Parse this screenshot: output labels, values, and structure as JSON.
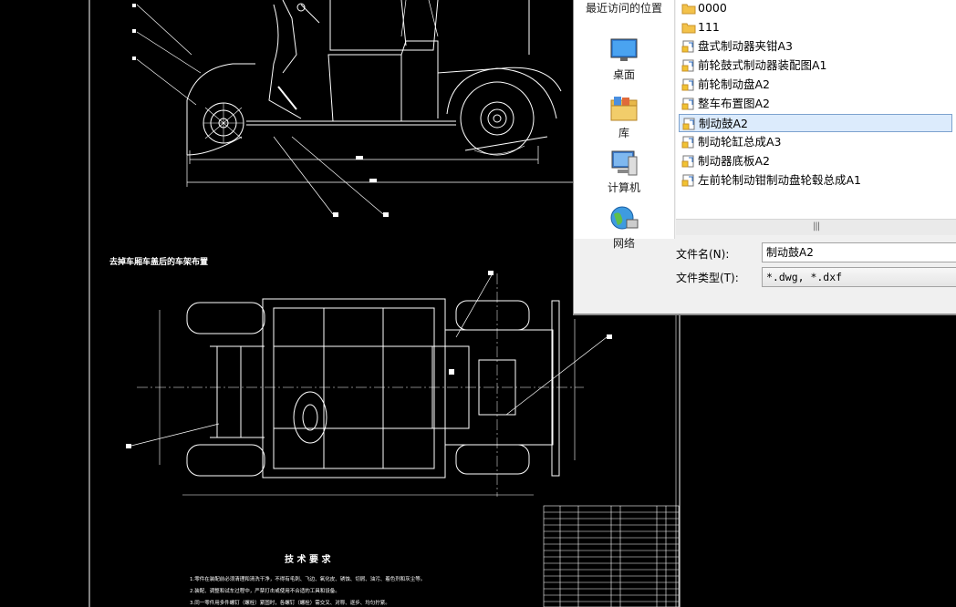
{
  "drawing": {
    "section_title": "去掉车厢车盖后的车架布置",
    "tech_title": "技 术 要 求",
    "tech_lines": [
      "1.零件在装配前必须清理和清洗干净，不得有毛刺、飞边、氧化皮、锈蚀、切屑、油污、着色剂和灰尘等。",
      "2.装配、调整和试车过程中，严禁打击或使用不合适的工具和设备。",
      "3.同一零件用多件螺钉（螺栓）紧固时，各螺钉（螺栓）需交叉、对称、逐步、均匀拧紧。"
    ]
  },
  "dialog": {
    "places": [
      {
        "label": "最近访问的位置",
        "icon": "recent-places-icon"
      },
      {
        "label": "桌面",
        "icon": "desktop-icon"
      },
      {
        "label": "库",
        "icon": "library-icon"
      },
      {
        "label": "计算机",
        "icon": "computer-icon"
      },
      {
        "label": "网络",
        "icon": "network-icon"
      }
    ],
    "files": [
      {
        "name": "0000",
        "type": "folder"
      },
      {
        "name": "111",
        "type": "folder"
      },
      {
        "name": "盘式制动器夹钳A3",
        "type": "dwg"
      },
      {
        "name": "前轮鼓式制动器装配图A1",
        "type": "dwg"
      },
      {
        "name": "前轮制动盘A2",
        "type": "dwg"
      },
      {
        "name": "整车布置图A2",
        "type": "dwg"
      },
      {
        "name": "制动鼓A2",
        "type": "dwg",
        "selected": true
      },
      {
        "name": "制动轮缸总成A3",
        "type": "dwg"
      },
      {
        "name": "制动器底板A2",
        "type": "dwg"
      },
      {
        "name": "左前轮制动钳制动盘轮毂总成A1",
        "type": "dwg"
      }
    ],
    "filename_label": "文件名(N):",
    "filename_value": "制动鼓A2",
    "filetype_label": "文件类型(T):",
    "filetype_value": "*.dwg, *.dxf"
  }
}
